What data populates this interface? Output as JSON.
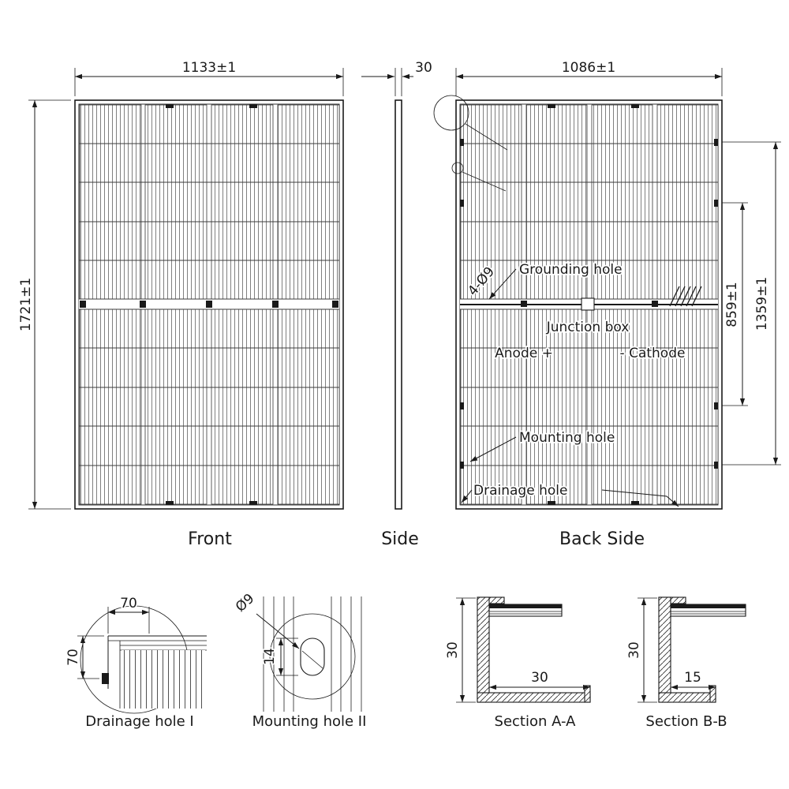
{
  "views": {
    "front": {
      "label": "Front",
      "width_dim": "1133±1",
      "height_dim": "1721±1"
    },
    "side": {
      "label": "Side",
      "thickness_dim": "30"
    },
    "back": {
      "label": "Back Side",
      "width_dim": "1086±1",
      "inner_hole_spacing_dim": "859±1",
      "outer_hole_spacing_dim": "1359±1",
      "hole_spec": "4-Ø9",
      "grounding_hole_label": "Grounding hole",
      "junction_box_label": "Junction box",
      "anode_label": "Anode +",
      "cathode_label": "- Cathode",
      "mounting_hole_label": "Mounting hole",
      "drainage_hole_label": "Drainage hole"
    }
  },
  "details": {
    "drainage": {
      "label": "Drainage hole I",
      "horizontal_dim": "70",
      "vertical_dim": "70"
    },
    "mounting": {
      "label": "Mounting hole II",
      "diameter_dim": "Ø9",
      "slot_length_dim": "14"
    },
    "section_aa": {
      "label": "Section A-A",
      "height_dim": "30",
      "base_dim": "30"
    },
    "section_bb": {
      "label": "Section B-B",
      "height_dim": "30",
      "base_dim": "15"
    }
  },
  "colors": {
    "line": "#1a1a1a",
    "background": "#ffffff"
  }
}
